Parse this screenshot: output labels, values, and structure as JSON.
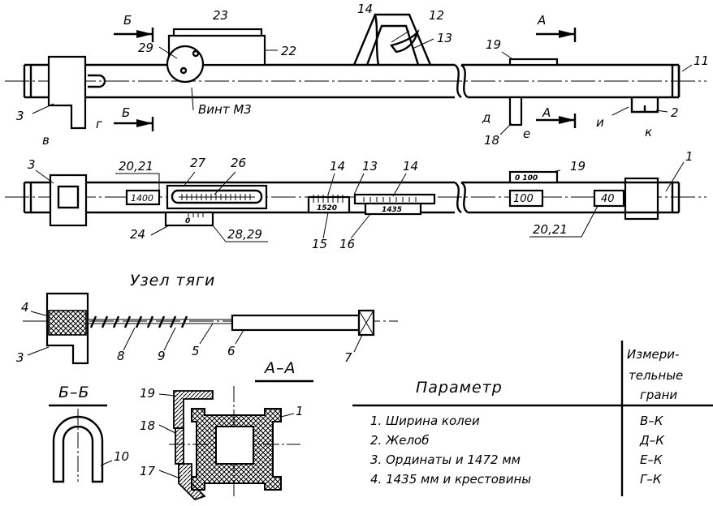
{
  "labels": {
    "n1": "1",
    "n2": "2",
    "n3": "3",
    "n4": "4",
    "n5": "5",
    "n6": "6",
    "n7": "7",
    "n8": "8",
    "n9": "9",
    "n10": "10",
    "n11": "11",
    "n12": "12",
    "n13": "13",
    "n14": "14",
    "n15": "15",
    "n16": "16",
    "n17": "17",
    "n18": "18",
    "n19": "19",
    "n22": "22",
    "n23": "23",
    "n24": "24",
    "n26": "26",
    "n27": "27",
    "n29": "29",
    "n20_21": "20,21",
    "n28_29": "28,29",
    "section_a": "А",
    "section_b": "Б",
    "letter_v": "в",
    "letter_g": "г",
    "letter_d": "д",
    "letter_e": "е",
    "letter_i": "и",
    "letter_k": "к",
    "screw": "Винт М3"
  },
  "scales": {
    "s1400": "1400",
    "s1520": "1520",
    "s1435": "1435",
    "s100": "100",
    "s40": "40",
    "s0": "0",
    "s0_100": "0   100"
  },
  "titles": {
    "uzel": "Узел тяги",
    "aa": "А–А",
    "bb": "Б–Б"
  },
  "table": {
    "header_param": "Параметр",
    "header_edges": [
      "Измери-",
      "тельные",
      "грани"
    ],
    "rows": [
      {
        "param": "1. Ширина колеи",
        "edges": "В–К"
      },
      {
        "param": "2. Желоб",
        "edges": "Д–К"
      },
      {
        "param": "3. Ординаты и 1472 мм",
        "edges": "Е–К"
      },
      {
        "param": "4. 1435 мм и крестовины",
        "edges": "Г–К"
      }
    ]
  }
}
